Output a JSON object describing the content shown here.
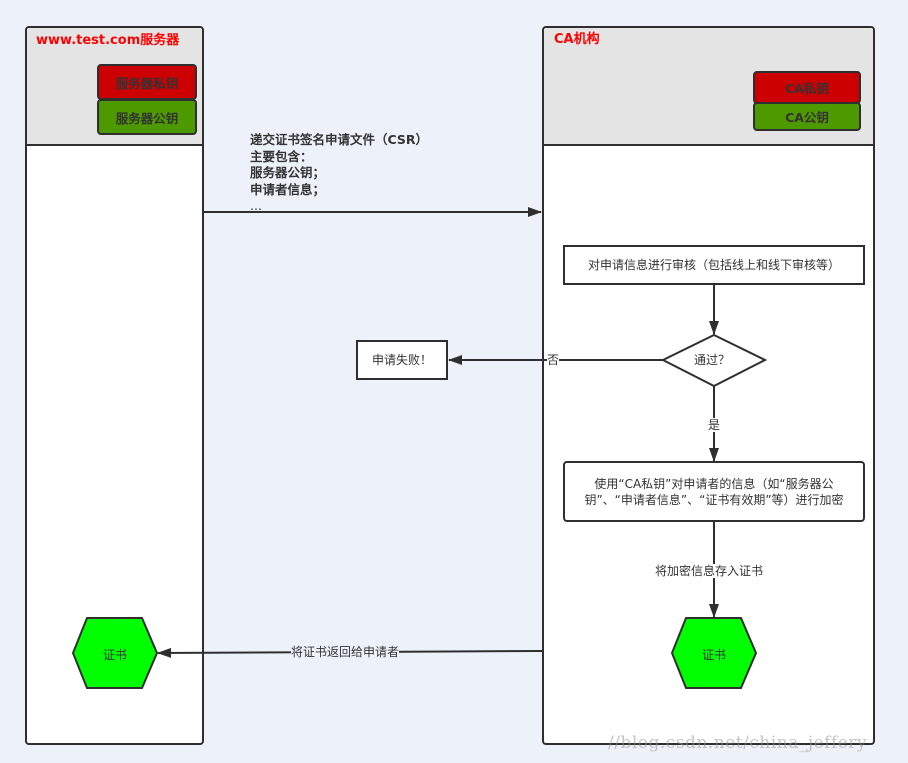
{
  "lanes": {
    "server": {
      "title": "www.test.com服务器",
      "private_key": "服务器私钥",
      "public_key": "服务器公钥"
    },
    "ca": {
      "title": "CA机构",
      "private_key": "CA私钥",
      "public_key": "CA公钥"
    }
  },
  "csr_message": {
    "lines": [
      "递交证书签名申请文件（CSR）",
      "主要包含：",
      "服务器公钥；",
      "申请者信息；",
      "..."
    ]
  },
  "flow": {
    "review_step": "对申请信息进行审核（包括线上和线下审核等）",
    "decision": "通过？",
    "no_label": "否",
    "yes_label": "是",
    "fail_result": "申请失败！",
    "encrypt_step": "使用“CA私钥”对申请者的信息（如“服务器公钥”、“申请者信息”、“证书有效期”等）进行加密",
    "store_label": "将加密信息存入证书",
    "certificate_ca": "证书",
    "return_label": "将证书返回给申请者",
    "certificate_server": "证书"
  },
  "colors": {
    "lane_title": "#ff0000",
    "private_key": "#cc0000",
    "public_key": "#4d9900",
    "certificate": "#00ff00",
    "stroke": "#2f2f2f",
    "background": "#edf2fa"
  },
  "watermark": "//blog.csdn.net/china_jeffery"
}
